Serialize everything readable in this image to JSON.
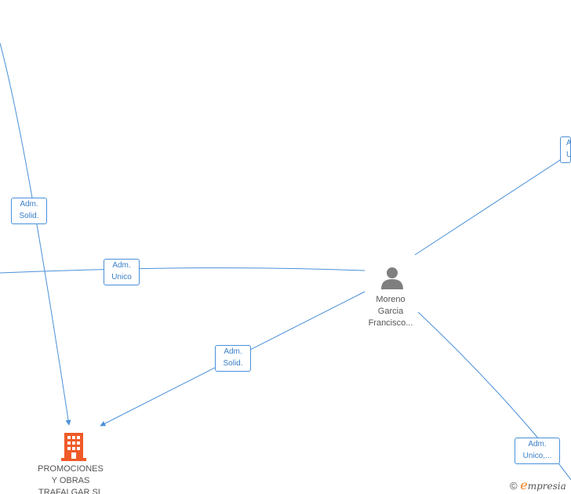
{
  "diagram": {
    "nodes": {
      "person": {
        "type": "person",
        "label_lines": [
          "Moreno",
          "Garcia",
          "Francisco..."
        ],
        "color": "#7f7f7f"
      },
      "company": {
        "type": "company",
        "label_lines": [
          "PROMOCIONES",
          "Y OBRAS",
          "TRAFALGAR SL"
        ],
        "color": "#f05a28"
      },
      "edge_right_top": {
        "label_lines": [
          "Adm.",
          "Unico"
        ]
      }
    },
    "edges": [
      {
        "id": "left-top-to-company",
        "label_lines": [
          "Adm.",
          "Solid."
        ]
      },
      {
        "id": "left-to-person",
        "label_lines": [
          "Adm.",
          "Unico"
        ]
      },
      {
        "id": "person-to-company",
        "label_lines": [
          "Adm.",
          "Solid."
        ]
      },
      {
        "id": "person-to-bottom-right",
        "label_lines": [
          "Adm.",
          "Unico,..."
        ]
      }
    ],
    "edge_color": "#4a90d9"
  },
  "watermark": {
    "copyright": "©",
    "brand_initial": "e",
    "brand_rest": "mpresia"
  }
}
